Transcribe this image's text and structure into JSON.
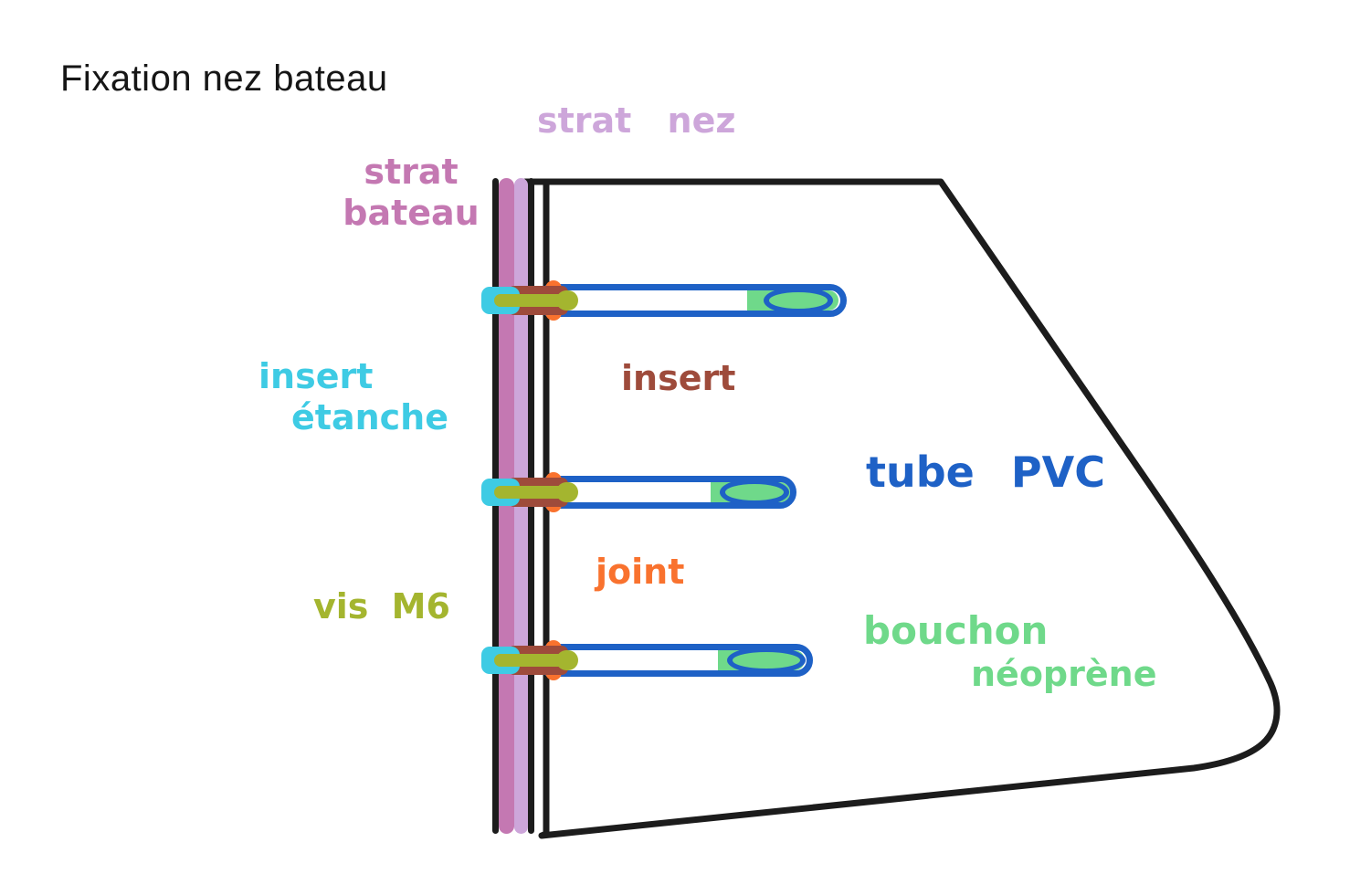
{
  "title": "Fixation nez bateau",
  "palette": {
    "ink": "#1c1c1c",
    "pink": "#c478b2",
    "lilac": "#cda6da",
    "cyan": "#3ecbe4",
    "brown": "#9e4b3b",
    "orange": "#f9722e",
    "olive": "#a4b52f",
    "blue": "#1e61c6",
    "green": "#6fd98a"
  },
  "labels": {
    "strat_nez": "strat nez",
    "strat_bateau": {
      "line1": "strat",
      "line2": "bateau"
    },
    "insert_etanche": {
      "line1": "insert",
      "line2": "étanche"
    },
    "insert": "insert",
    "tube_pvc": "tube PVC",
    "joint": "joint",
    "vis_m6": "vis M6",
    "bouchon_neoprene": {
      "line1": "bouchon",
      "line2": "néoprène"
    }
  }
}
